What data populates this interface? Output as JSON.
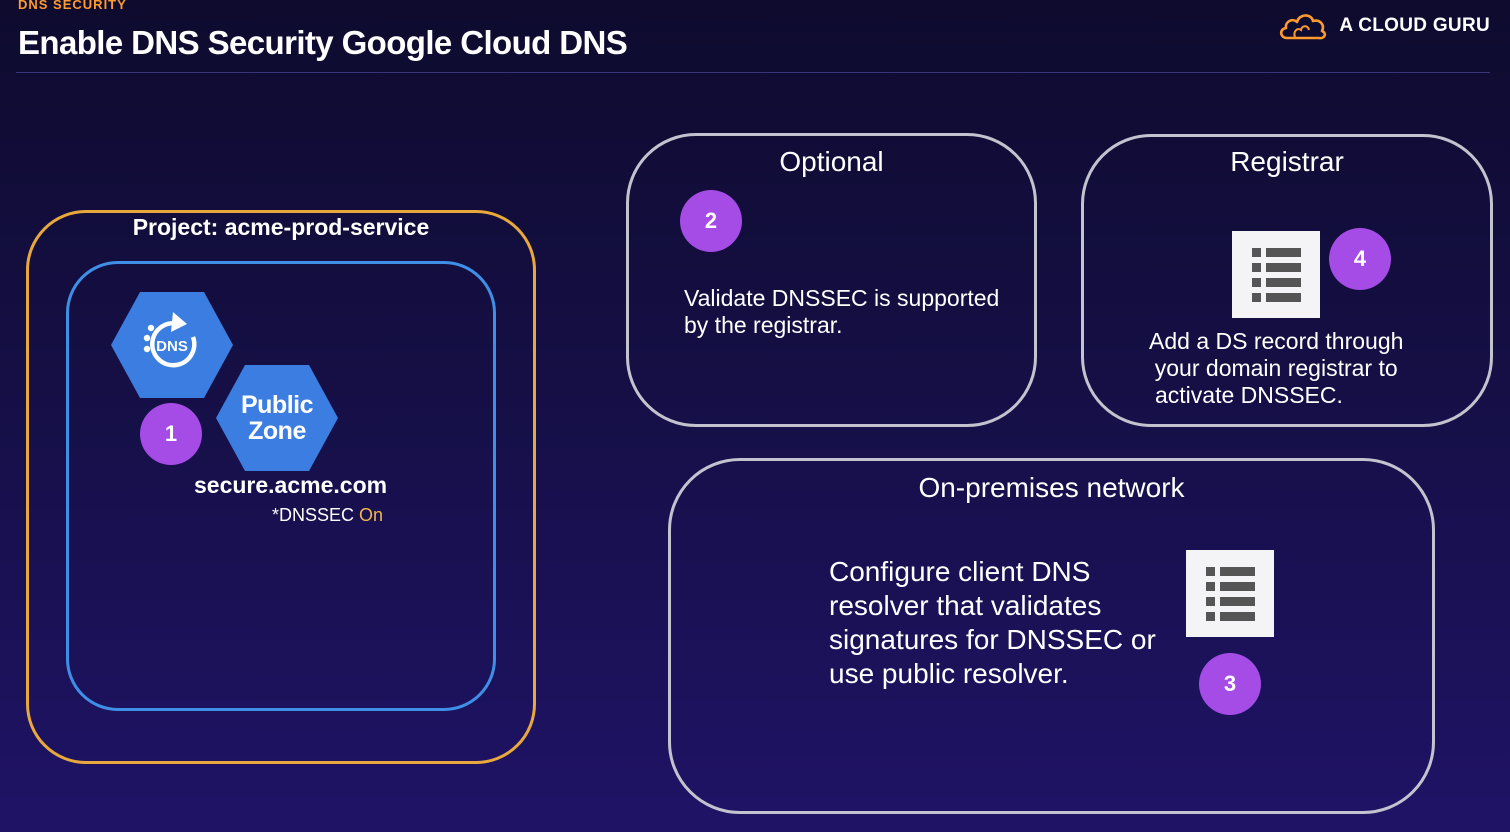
{
  "header": {
    "eyebrow": "DNS SECURITY",
    "title": "Enable DNS Security Google Cloud DNS",
    "brand": "A CLOUD GURU"
  },
  "colors": {
    "project_border": "#e8a83c",
    "zone_border": "#3f8fe6",
    "card_border": "#c3c3cf",
    "badge": "#a54be6",
    "hex": "#3b7de0",
    "accent": "#ff9a2e"
  },
  "project": {
    "label": "Project: acme-prod-service",
    "dns_icon_text": "DNS",
    "zone_line1": "Public",
    "zone_line2": "Zone",
    "domain": "secure.acme.com",
    "dnssec_prefix": "*DNSSEC",
    "dnssec_state": "On",
    "step": "1"
  },
  "optional": {
    "title": "Optional",
    "step": "2",
    "line1": "Validate DNSSEC is supported",
    "line2": "by the registrar."
  },
  "registrar": {
    "title": "Registrar",
    "step": "4",
    "line1": "Add a DS record through",
    "line2": "your domain registrar to",
    "line3": "activate DNSSEC."
  },
  "onprem": {
    "title": "On-premises network",
    "step": "3",
    "line1": "Configure client DNS",
    "line2": "resolver that validates",
    "line3": "signatures for DNSSEC or",
    "line4": "use public resolver."
  }
}
